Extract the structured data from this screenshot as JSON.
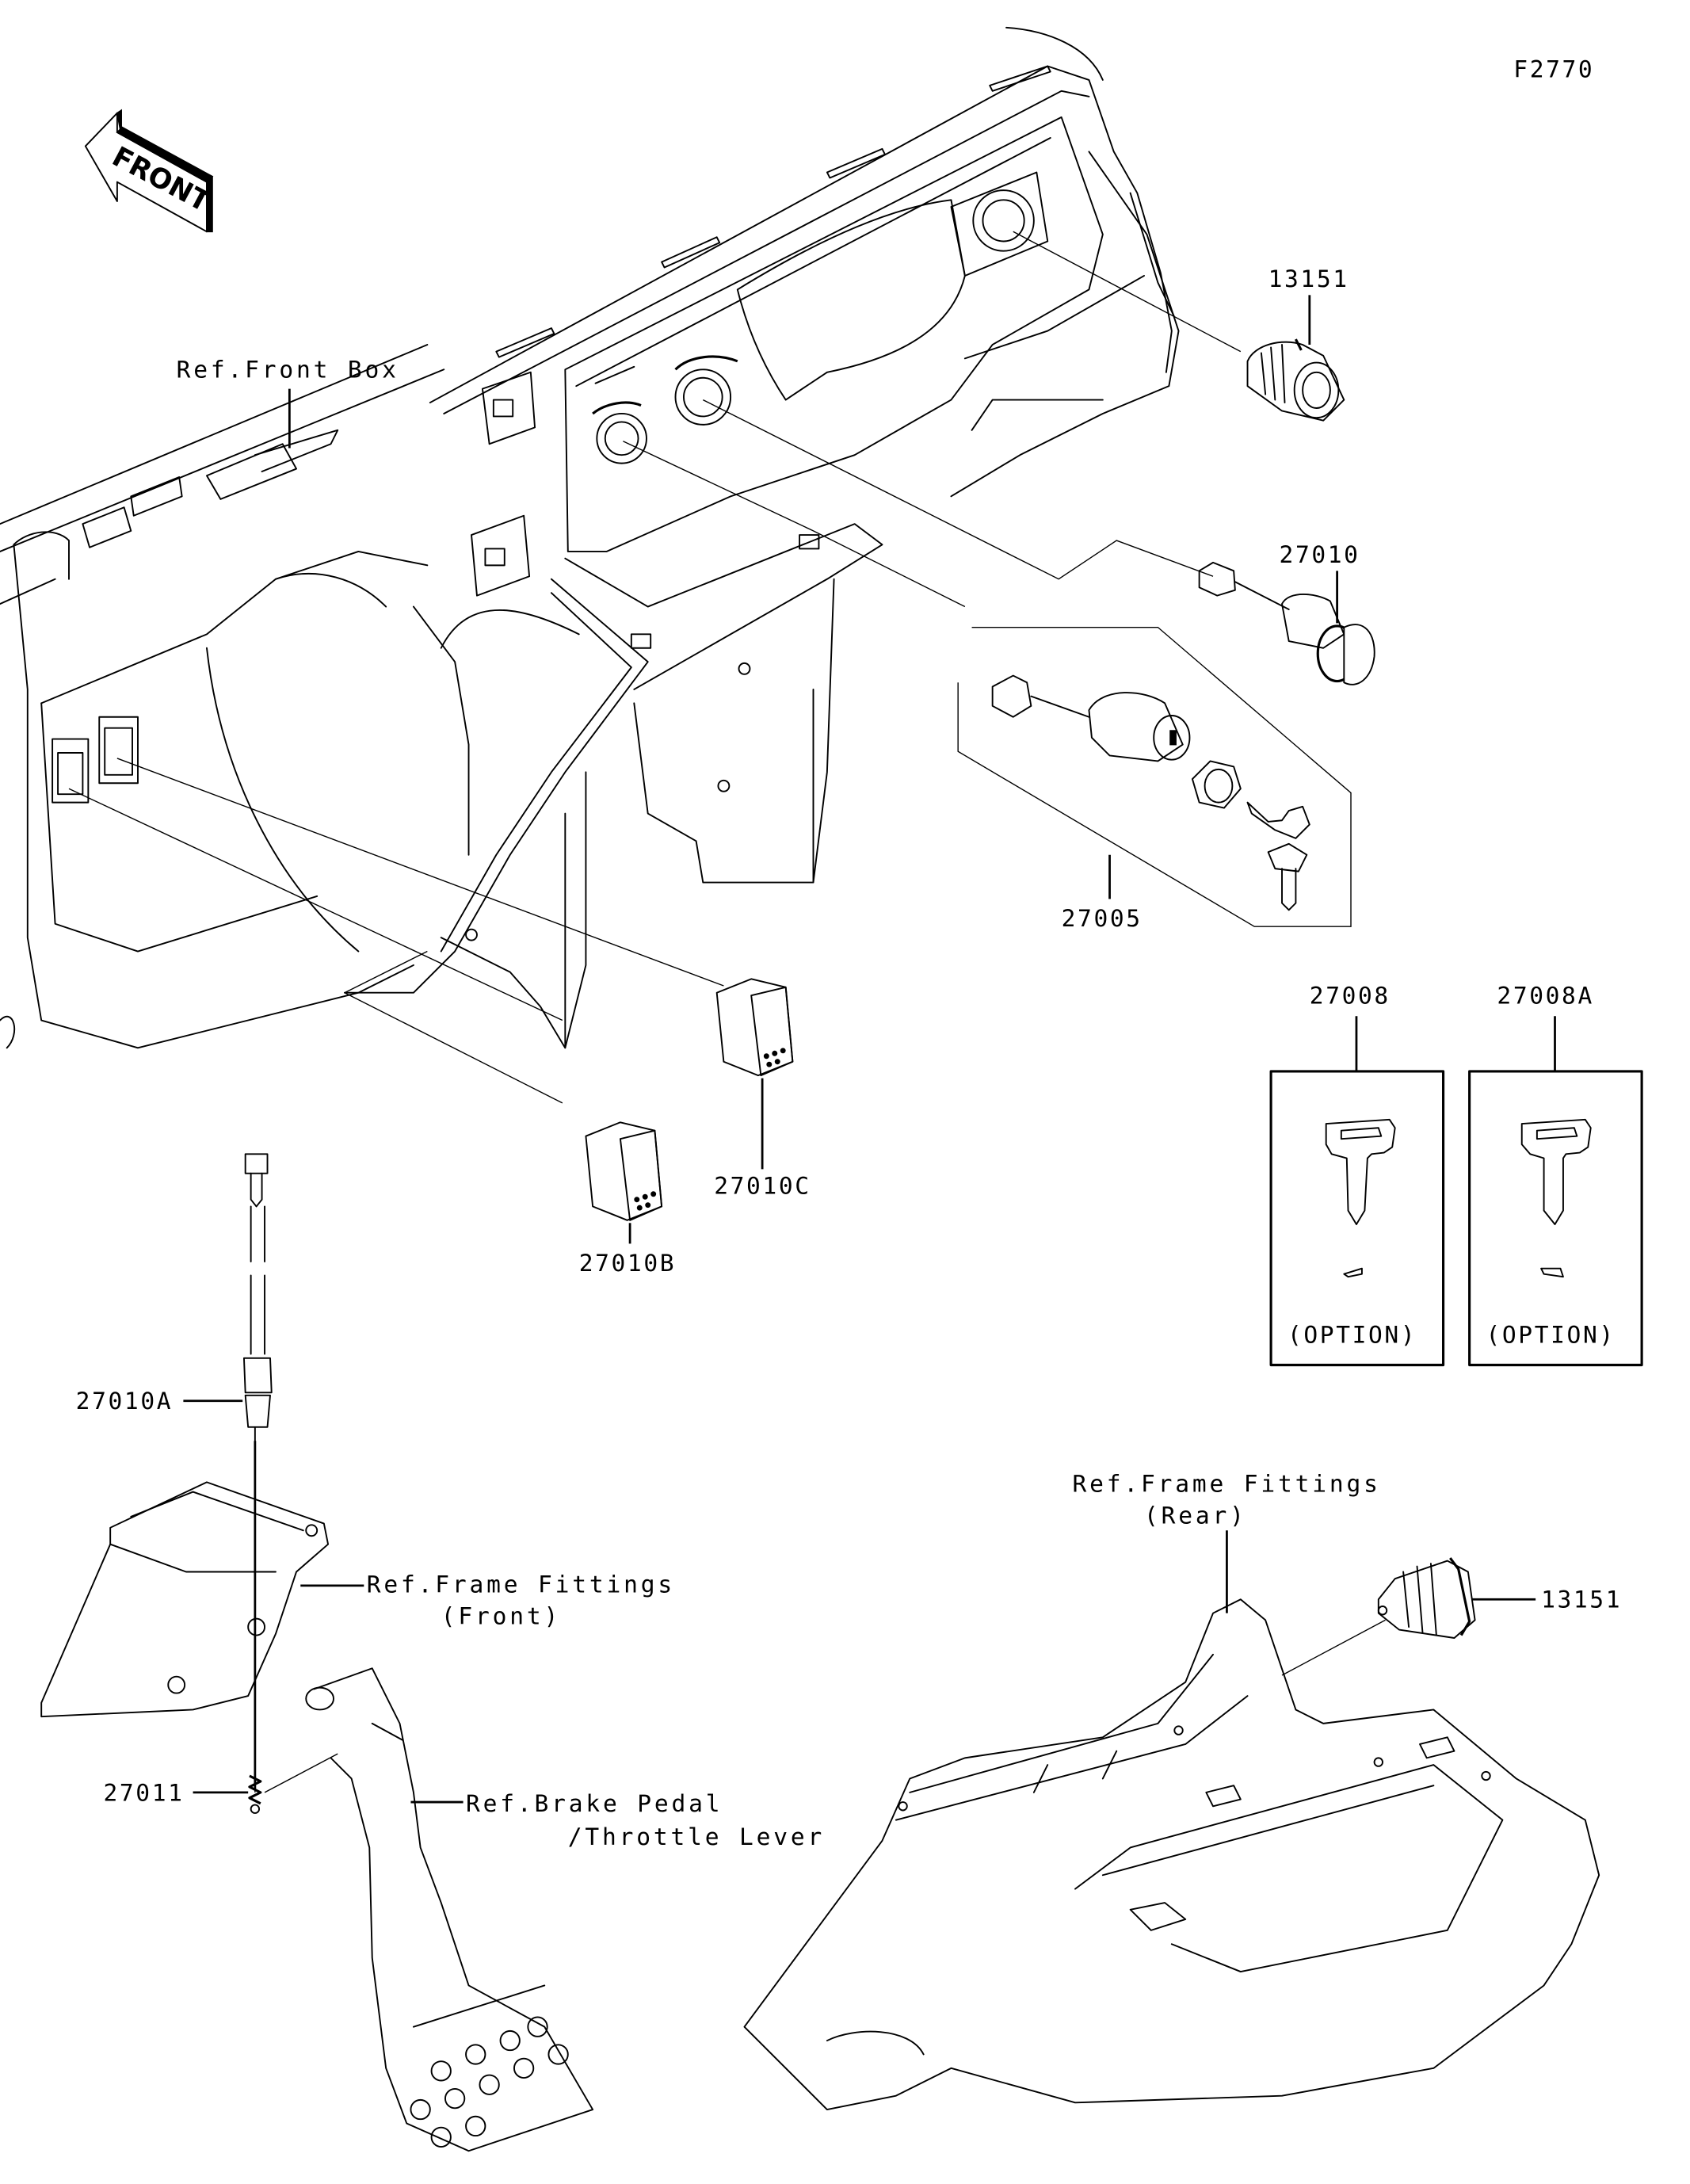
{
  "diagram": {
    "figure_id": "F2770",
    "front_indicator": "FRONT",
    "references": {
      "front_box": "Ref.Front Box",
      "frame_fittings_front_line1": "Ref.Frame Fittings",
      "frame_fittings_front_line2": "(Front)",
      "frame_fittings_rear_line1": "Ref.Frame Fittings",
      "frame_fittings_rear_line2": "(Rear)",
      "brake_pedal_line1": "Ref.Brake Pedal",
      "brake_pedal_line2": "/Throttle Lever"
    },
    "parts": {
      "socket_upper": "13151",
      "switch_27010": "27010",
      "ignition_switch": "27005",
      "key_blank": "27008",
      "key_blank_a": "27008A",
      "rocker_switch_c": "27010C",
      "rocker_switch_b": "27010B",
      "brake_switch": "27010A",
      "spring": "27011",
      "socket_lower": "13151"
    },
    "option_label": "(OPTION)"
  }
}
